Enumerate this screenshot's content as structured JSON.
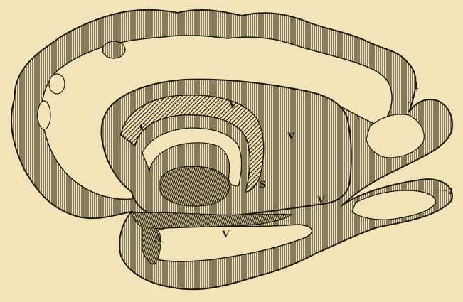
{
  "colors": {
    "background": "#f3e3b8",
    "ink": "#1e1a12"
  },
  "labels": {
    "c": "C",
    "v_upper": "V",
    "v_right": "V",
    "v_lower_right": "V",
    "v_bottom": "V",
    "s": "S",
    "a": "A",
    "n1": "1",
    "n2": "2"
  }
}
